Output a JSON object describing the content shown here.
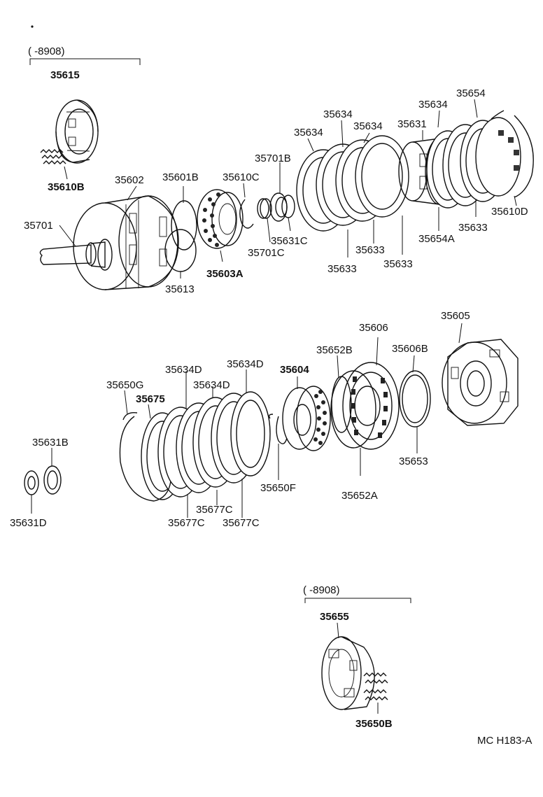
{
  "diagram": {
    "range_notes": {
      "top": "(      -8908)",
      "bottom": "(      -8908)"
    },
    "code": "MC H183-A",
    "labels": [
      "35615",
      "35610B",
      "35602",
      "35601B",
      "35610C",
      "35701B",
      "35634",
      "35634",
      "35634",
      "35631",
      "35634",
      "35654",
      "35701",
      "35613",
      "35603A",
      "35701C",
      "35631C",
      "35633",
      "35633",
      "35633",
      "35654A",
      "35633",
      "35610D",
      "35606",
      "35605",
      "35652B",
      "35606B",
      "35634D",
      "35634D",
      "35604",
      "35650G",
      "35634D",
      "35675",
      "35631B",
      "35631D",
      "35677C",
      "35677C",
      "35677C",
      "35650F",
      "35652A",
      "35653",
      "35655",
      "35650B"
    ]
  }
}
